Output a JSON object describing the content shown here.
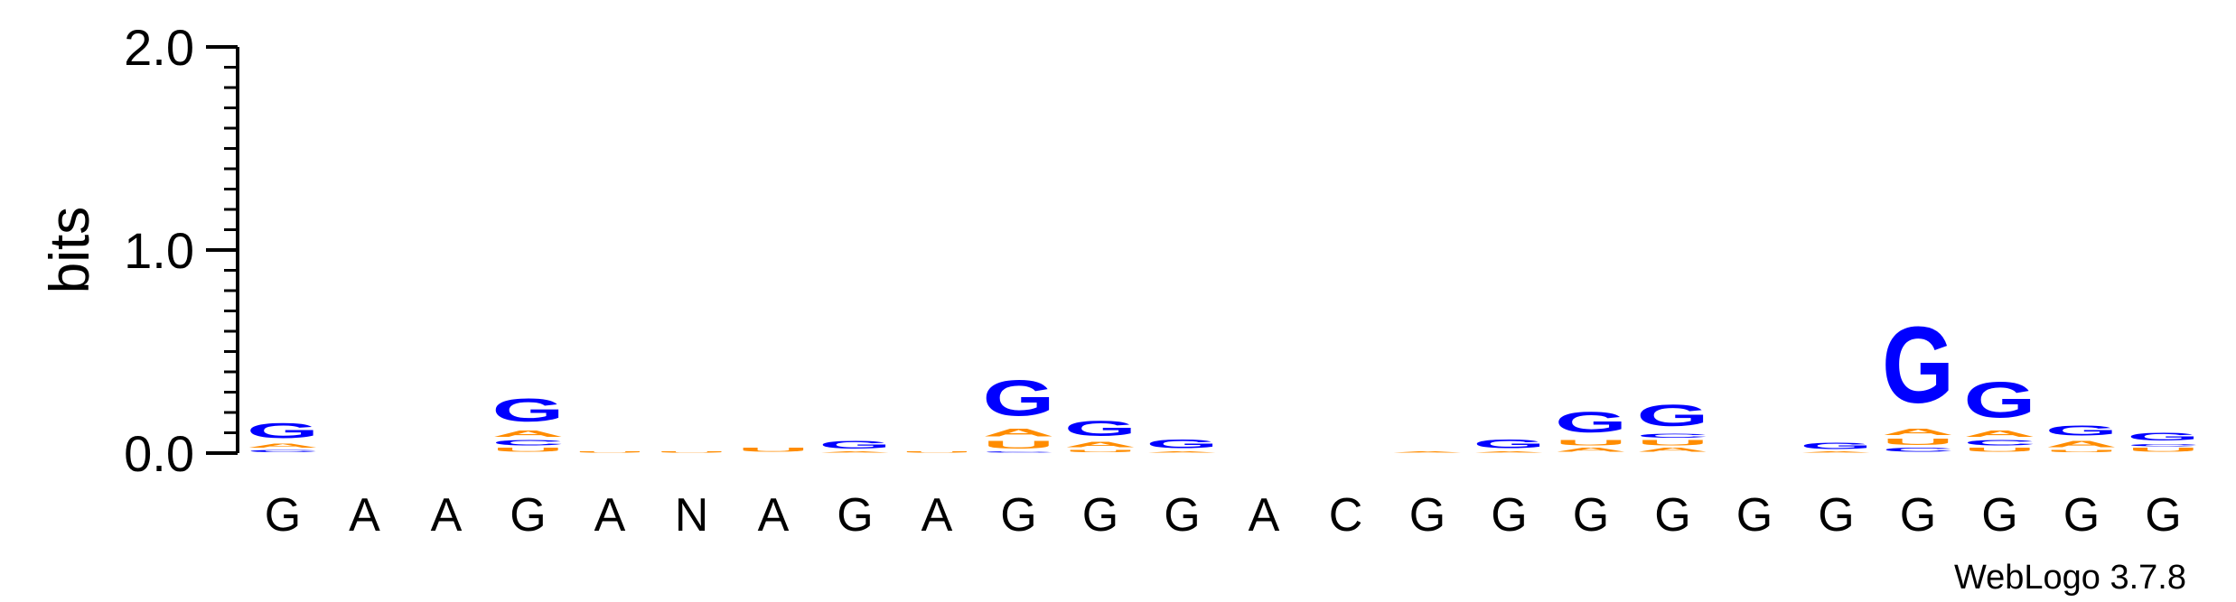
{
  "chart_data": {
    "type": "sequence-logo",
    "ylabel": "bits",
    "ylim": [
      0,
      2.0
    ],
    "yticks": [
      "0.0",
      "1.0",
      "2.0"
    ],
    "credit": "WebLogo 3.7.8",
    "colors": {
      "G": "#0000ff",
      "A": "#ff8c00",
      "U": "#ff8c00",
      "C": "#0000ff"
    },
    "positions": [
      {
        "label": "G",
        "stack": [
          {
            "letter": "C",
            "bits": 0.02
          },
          {
            "letter": "A",
            "bits": 0.03
          },
          {
            "letter": "G",
            "bits": 0.12
          }
        ]
      },
      {
        "label": "A",
        "stack": []
      },
      {
        "label": "A",
        "stack": []
      },
      {
        "label": "G",
        "stack": [
          {
            "letter": "U",
            "bits": 0.03
          },
          {
            "letter": "C",
            "bits": 0.04
          },
          {
            "letter": "A",
            "bits": 0.05
          },
          {
            "letter": "G",
            "bits": 0.18
          }
        ]
      },
      {
        "label": "A",
        "stack": [
          {
            "letter": "U",
            "bits": 0.01
          }
        ]
      },
      {
        "label": "N",
        "stack": [
          {
            "letter": "U",
            "bits": 0.01
          }
        ]
      },
      {
        "label": "A",
        "stack": [
          {
            "letter": "U",
            "bits": 0.03
          }
        ]
      },
      {
        "label": "G",
        "stack": [
          {
            "letter": "A",
            "bits": 0.01
          },
          {
            "letter": "G",
            "bits": 0.06
          }
        ]
      },
      {
        "label": "A",
        "stack": [
          {
            "letter": "U",
            "bits": 0.01
          }
        ]
      },
      {
        "label": "G",
        "stack": [
          {
            "letter": "C",
            "bits": 0.01
          },
          {
            "letter": "U",
            "bits": 0.06
          },
          {
            "letter": "A",
            "bits": 0.06
          },
          {
            "letter": "G",
            "bits": 0.28
          }
        ]
      },
      {
        "label": "G",
        "stack": [
          {
            "letter": "U",
            "bits": 0.02
          },
          {
            "letter": "A",
            "bits": 0.04
          },
          {
            "letter": "G",
            "bits": 0.12
          }
        ]
      },
      {
        "label": "G",
        "stack": [
          {
            "letter": "A",
            "bits": 0.01
          },
          {
            "letter": "G",
            "bits": 0.07
          }
        ]
      },
      {
        "label": "A",
        "stack": []
      },
      {
        "label": "C",
        "stack": []
      },
      {
        "label": "G",
        "stack": [
          {
            "letter": "A",
            "bits": 0.01
          }
        ]
      },
      {
        "label": "G",
        "stack": [
          {
            "letter": "A",
            "bits": 0.01
          },
          {
            "letter": "G",
            "bits": 0.07
          }
        ]
      },
      {
        "label": "G",
        "stack": [
          {
            "letter": "A",
            "bits": 0.03
          },
          {
            "letter": "U",
            "bits": 0.04
          },
          {
            "letter": "G",
            "bits": 0.16
          }
        ]
      },
      {
        "label": "G",
        "stack": [
          {
            "letter": "A",
            "bits": 0.03
          },
          {
            "letter": "U",
            "bits": 0.04
          },
          {
            "letter": "C",
            "bits": 0.03
          },
          {
            "letter": "G",
            "bits": 0.17
          }
        ]
      },
      {
        "label": "G",
        "stack": []
      },
      {
        "label": "G",
        "stack": [
          {
            "letter": "A",
            "bits": 0.01
          },
          {
            "letter": "G",
            "bits": 0.05
          }
        ]
      },
      {
        "label": "G",
        "stack": [
          {
            "letter": "C",
            "bits": 0.03
          },
          {
            "letter": "U",
            "bits": 0.05
          },
          {
            "letter": "A",
            "bits": 0.05
          },
          {
            "letter": "G",
            "bits": 0.6
          }
        ]
      },
      {
        "label": "G",
        "stack": [
          {
            "letter": "U",
            "bits": 0.03
          },
          {
            "letter": "C",
            "bits": 0.04
          },
          {
            "letter": "A",
            "bits": 0.05
          },
          {
            "letter": "G",
            "bits": 0.28
          }
        ]
      },
      {
        "label": "G",
        "stack": [
          {
            "letter": "U",
            "bits": 0.02
          },
          {
            "letter": "A",
            "bits": 0.05
          },
          {
            "letter": "G",
            "bits": 0.08
          }
        ]
      },
      {
        "label": "G",
        "stack": [
          {
            "letter": "U",
            "bits": 0.03
          },
          {
            "letter": "C",
            "bits": 0.02
          },
          {
            "letter": "G",
            "bits": 0.06
          }
        ]
      }
    ]
  }
}
